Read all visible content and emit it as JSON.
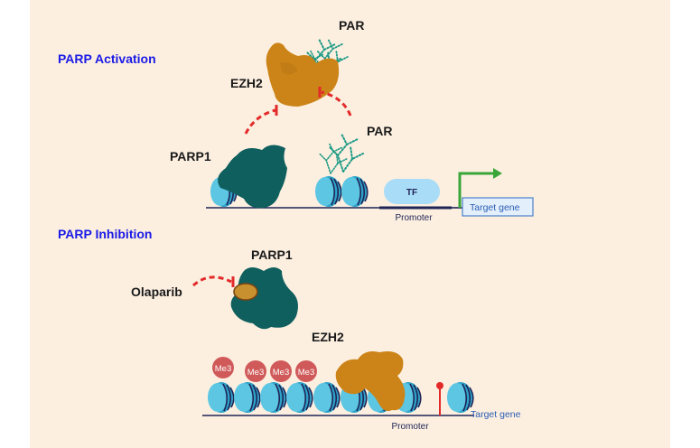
{
  "diagram": {
    "sections": {
      "activation": {
        "title": "PARP Activation",
        "labels": {
          "par_top": "PAR",
          "ezh2": "EZH2",
          "parp1": "PARP1",
          "par_chromatin": "PAR",
          "tf": "TF",
          "promoter": "Promoter",
          "target_gene": "Target gene"
        }
      },
      "inhibition": {
        "title": "PARP Inhibition",
        "labels": {
          "parp1": "PARP1",
          "olaparib": "Olaparib",
          "ezh2": "EZH2",
          "me3": [
            "Me3",
            "Me3",
            "Me3",
            "Me3"
          ],
          "promoter": "Promoter",
          "target_gene": "Target gene"
        }
      }
    },
    "colors": {
      "background": "#fcefe0",
      "section_title": "#1a1ae6",
      "parp1": "#0f5f5e",
      "ezh2": "#cc8418",
      "nucleosome": "#3fb6d8",
      "dna": "#1f2456",
      "inhibition_arrow": "#e32a2a",
      "activation_arrow": "#3aa63a",
      "methyl_mark": "#d05a5a",
      "par_chain": "#1d9a86",
      "tf": "#a9dcf6",
      "target_gene_box": "#e3effa"
    }
  }
}
